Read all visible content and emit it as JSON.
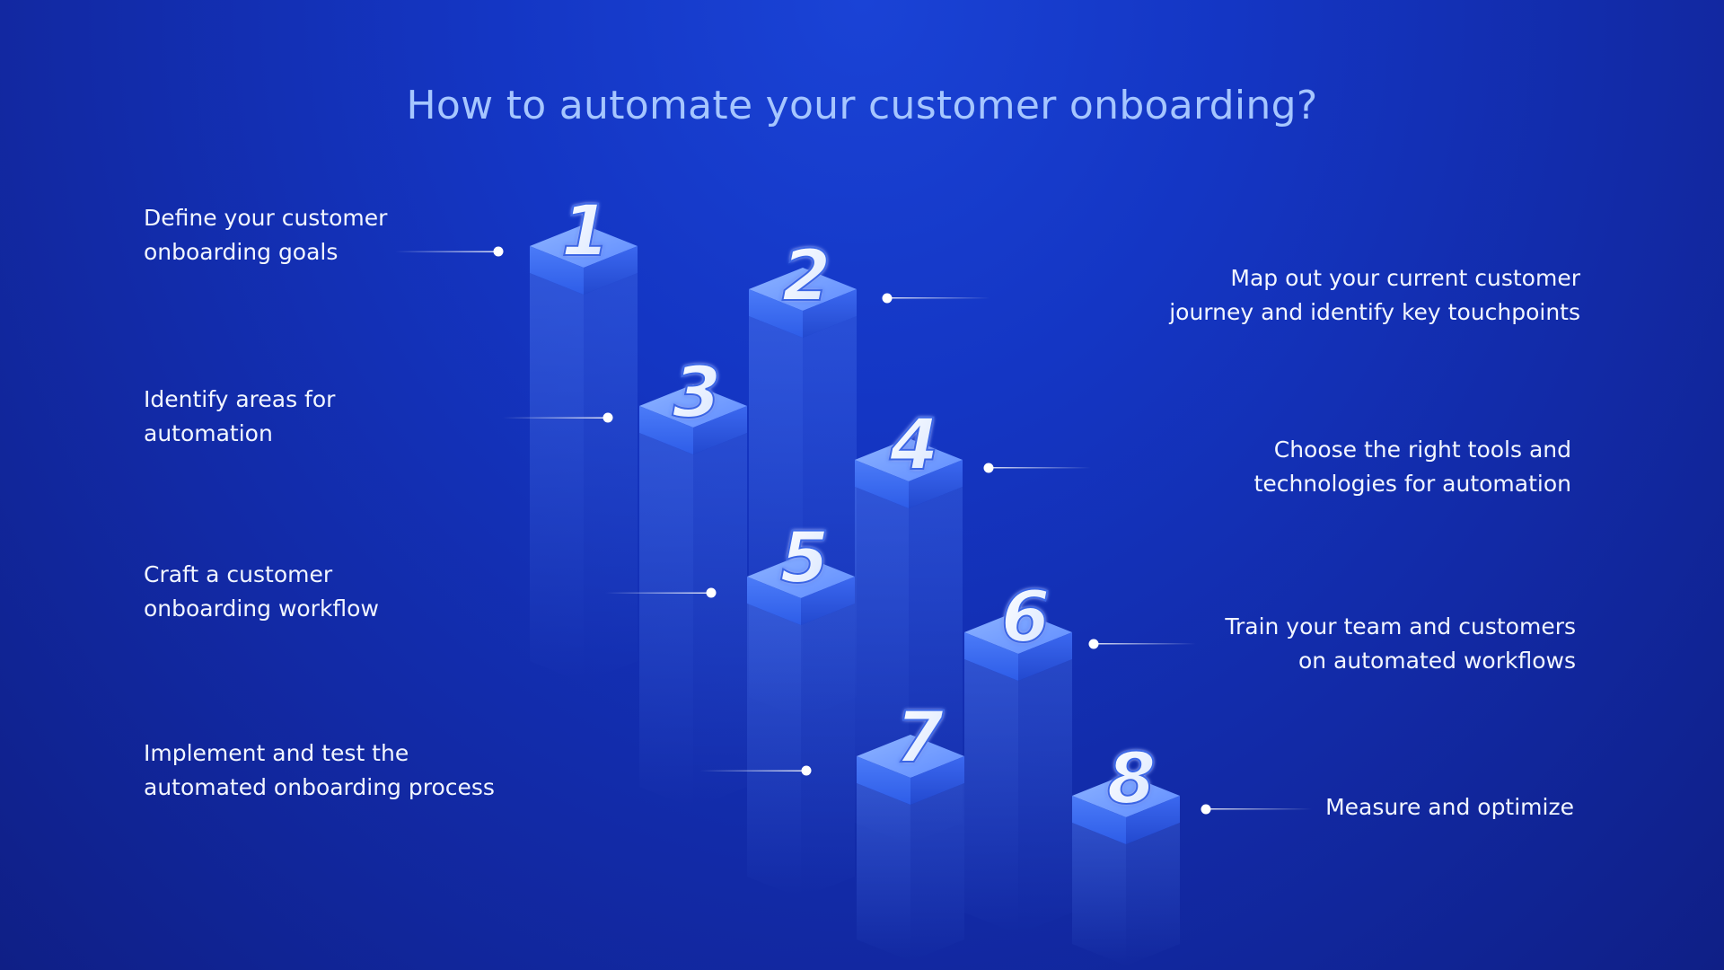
{
  "title": "How to automate your customer onboarding?",
  "colors": {
    "background": "#1436c4",
    "title": "#a6c6ff",
    "text": "#f2f6ff",
    "block_top": "#6f9bff",
    "block_left": "#3e6cf0",
    "block_right": "#2a55de",
    "numeral": "#ffffff"
  },
  "steps": [
    {
      "number": "1",
      "lines": [
        "Define your customer",
        "onboarding goals"
      ]
    },
    {
      "number": "2",
      "lines": [
        "Map out your current customer",
        "journey and identify key touchpoints"
      ]
    },
    {
      "number": "3",
      "lines": [
        "Identify areas for",
        "automation"
      ]
    },
    {
      "number": "4",
      "lines": [
        "Choose the right tools and",
        "technologies for automation"
      ]
    },
    {
      "number": "5",
      "lines": [
        "Craft a customer",
        "onboarding workflow"
      ]
    },
    {
      "number": "6",
      "lines": [
        "Train your team and customers",
        "on automated workflows"
      ]
    },
    {
      "number": "7",
      "lines": [
        "Implement and test the",
        "automated onboarding process"
      ]
    },
    {
      "number": "8",
      "lines": [
        "Measure and optimize"
      ]
    }
  ]
}
